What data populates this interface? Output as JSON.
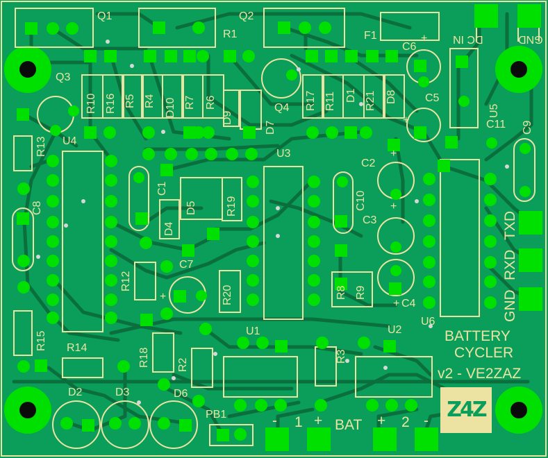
{
  "board": {
    "background_color": "#0a9e5a",
    "copper_color": "#0b6f3d",
    "pad_color": "#00e000",
    "silk_color": "#ece3a2"
  },
  "labels": {
    "q1": "Q1",
    "q2": "Q2",
    "q3": "Q3",
    "q4": "Q4",
    "r1": "R1",
    "f1": "F1",
    "c6": "C6",
    "c5": "C5",
    "c11": "C11",
    "c9": "C9",
    "u5": "U5",
    "u4": "U4",
    "u3": "U3",
    "u6": "U6",
    "u1": "U1",
    "u2": "U2",
    "r10": "R10",
    "r16": "R16",
    "r5": "R5",
    "r4": "R4",
    "d10": "D10",
    "r7": "R7",
    "r6": "R6",
    "d9": "D9",
    "d7": "D7",
    "r17": "R17",
    "r11": "R11",
    "d1": "D1",
    "r21": "R21",
    "d8": "D8",
    "r13": "R13",
    "c8": "C8",
    "c1": "C1",
    "d5": "D5",
    "d4": "D4",
    "r19": "R19",
    "c2": "C2",
    "c10": "C10",
    "c3": "C3",
    "r12": "R12",
    "c7": "C7",
    "r20": "R20",
    "r8": "R8",
    "r9": "R9",
    "c4": "C4",
    "r15": "R15",
    "r14": "R14",
    "r18": "R18",
    "r2": "R2",
    "r3": "R3",
    "d2": "D2",
    "d3": "D3",
    "d6": "D6",
    "pb1": "PB1",
    "dc_in": "DC IN",
    "gnd_top": "GND",
    "txd": "TXD",
    "rxd": "RXD",
    "gnd_side": "GND",
    "title_line1": "BATTERY",
    "title_line2": "CYCLER",
    "version": "v2 - VE2ZAZ",
    "logo": "Z4Z",
    "bat_minus1": "-",
    "bat_1": "1",
    "bat_plus1": "+",
    "bat": "BAT",
    "bat_plus2": "+",
    "bat_2": "2",
    "bat_minus2": "-",
    "plus_c6": "+",
    "plus_c5": "+",
    "plus_c2": "+",
    "plus_c3": "+",
    "plus_c7": "+",
    "plus_c4": "+"
  }
}
